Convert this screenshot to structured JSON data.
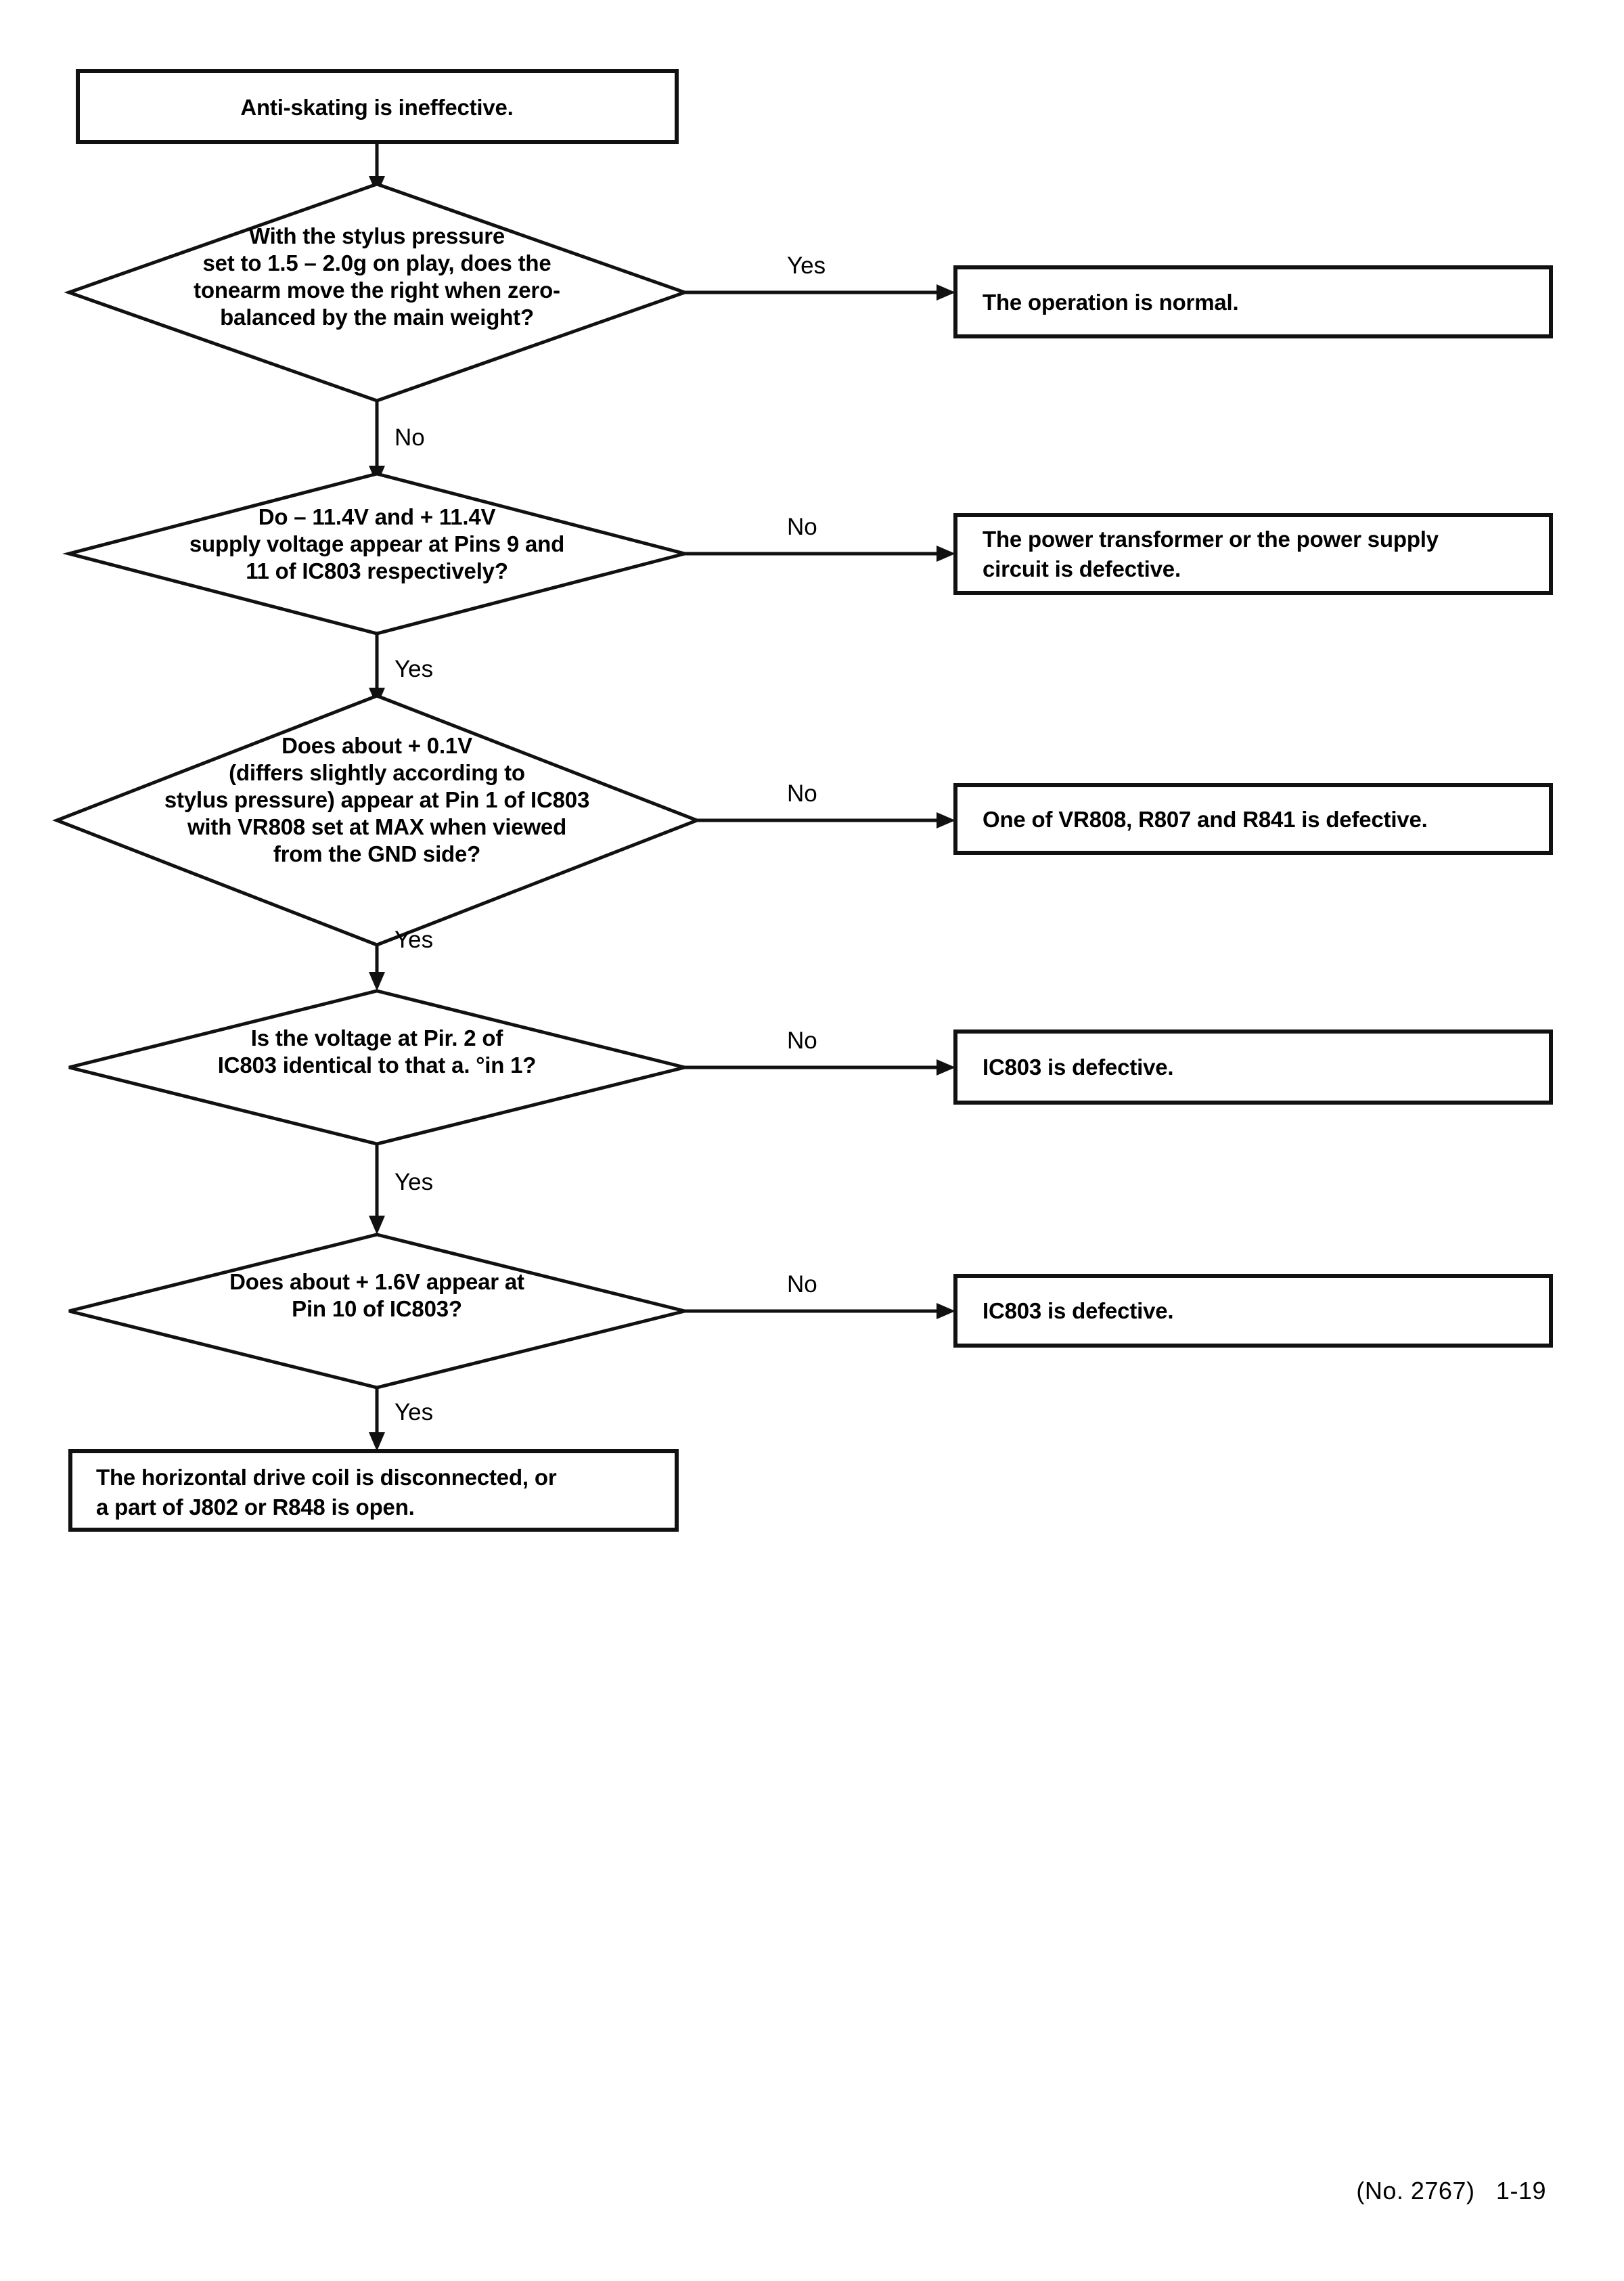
{
  "document": {
    "title": "Anti-skating is ineffective.",
    "footer": "(No. 2767)   1-19"
  },
  "flowchart": {
    "start": {
      "label": "Anti-skating is ineffective.",
      "lines": [
        "Anti-skating is ineffective."
      ]
    },
    "decisions": [
      {
        "id": "stylus-pressure-check",
        "lines": [
          "With the stylus pressure",
          "set to 1.5 – 2.0g on play, does the",
          "tonearm move the right when zero-",
          "balanced  by the main weight?"
        ],
        "branch_right": "Yes",
        "branch_down": "No"
      },
      {
        "id": "supply-voltage-check",
        "lines": [
          "Do – 11.4V and + 11.4V",
          "supply voltage appear at Pins 9 and",
          "11 of IC803 respectively?"
        ],
        "branch_right": "No",
        "branch_down": "Yes"
      },
      {
        "id": "pin1-voltage-check",
        "lines": [
          "Does about + 0.1V",
          "(differs slightly according to",
          "stylus pressure) appear  at Pin 1 of IC803",
          "with VR808 set at MAX  when viewed",
          "from the GND side?"
        ],
        "branch_right": "No",
        "branch_down": "Yes"
      },
      {
        "id": "pin2-voltage-check",
        "lines": [
          "Is the voltage at Pir. 2 of",
          "IC803 identical to that a. °in 1?"
        ],
        "branch_right": "No",
        "branch_down": "Yes"
      },
      {
        "id": "pin10-voltage-check",
        "lines": [
          "Does about + 1.6V appear at",
          "Pin 10 of IC803?"
        ],
        "branch_right": "No",
        "branch_down": "Yes"
      }
    ],
    "results": [
      {
        "id": "operation-normal",
        "lines": [
          "The operation is normal."
        ]
      },
      {
        "id": "power-supply-defective",
        "lines": [
          "The power transformer or the power supply",
          "circuit is defective."
        ]
      },
      {
        "id": "vr808-r807-r841-defective",
        "lines": [
          "One of VR808, R807 and R841 is defective."
        ]
      },
      {
        "id": "ic803-defective-pin2",
        "lines": [
          "IC803 is defective."
        ]
      },
      {
        "id": "ic803-defective-pin10",
        "lines": [
          "IC803 is defective."
        ]
      }
    ],
    "terminal": {
      "id": "drive-coil-open",
      "lines": [
        "The horizontal drive coil is disconnected, or",
        "a part of J802 or R848 is open."
      ]
    }
  },
  "colors": {
    "ink": "#111111",
    "paper": "#ffffff"
  }
}
